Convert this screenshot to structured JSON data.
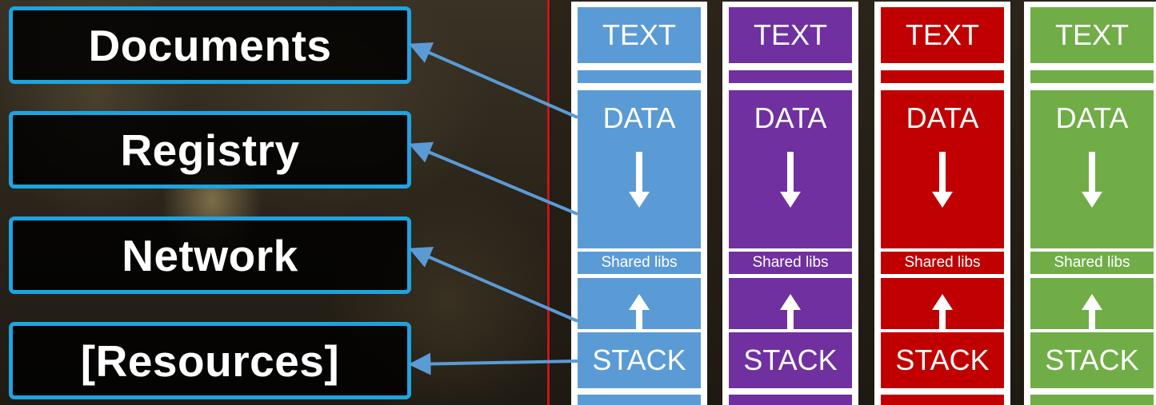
{
  "labels": [
    "Documents",
    "Registry",
    "Network",
    "[Resources]"
  ],
  "columns": [
    {
      "color": "#5b9bd5",
      "text": "TEXT",
      "data": "DATA",
      "libs": "Shared libs",
      "stack": "STACK"
    },
    {
      "color": "#7030a0",
      "text": "TEXT",
      "data": "DATA",
      "libs": "Shared libs",
      "stack": "STACK"
    },
    {
      "color": "#c00000",
      "text": "TEXT",
      "data": "DATA",
      "libs": "Shared libs",
      "stack": "STACK"
    },
    {
      "color": "#70ad47",
      "text": "TEXT",
      "data": "DATA",
      "libs": "Shared libs",
      "stack": "STACK"
    }
  ],
  "colors": {
    "label_border": "#1fa3df",
    "connector": "#5b9bd5",
    "divider": "#c4161c"
  }
}
